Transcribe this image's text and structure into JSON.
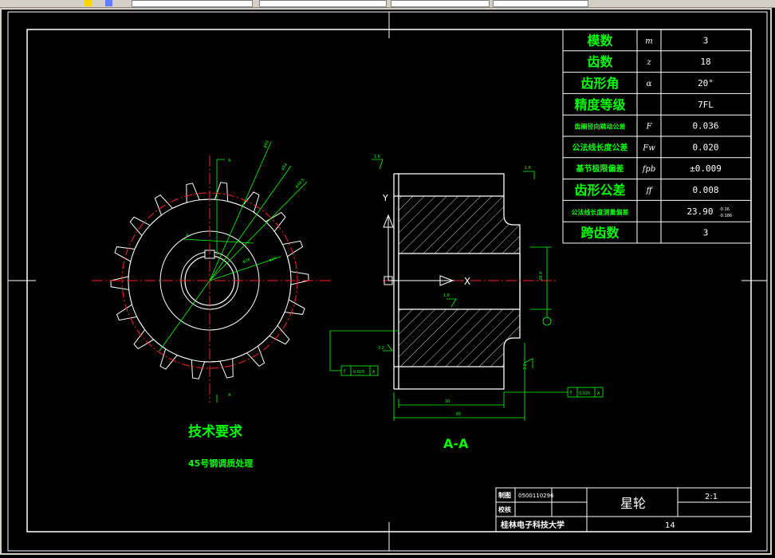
{
  "colors": {
    "background": "#000000",
    "frame": "#ffffff",
    "centerline": "#ff2020",
    "dimension": "#00ff00",
    "title_text": "#ffffff",
    "annotation": "#00ff00",
    "table_text_green": "#00ff00",
    "table_text_white": "#ffffff"
  },
  "toolbar": {
    "icons": [
      "layer-icon",
      "layer-state-icon"
    ]
  },
  "gear_table": {
    "rows": [
      {
        "name": "模数",
        "symbol": "m",
        "value": "3"
      },
      {
        "name": "齿数",
        "symbol": "z",
        "value": "18"
      },
      {
        "name": "齿形角",
        "symbol": "α",
        "value": "20°"
      },
      {
        "name": "精度等级",
        "symbol": "",
        "value": "7FL"
      },
      {
        "name": "齿圈径向跳动公差",
        "symbol": "F",
        "value": "0.036"
      },
      {
        "name": "公法线长度公差",
        "symbol": "Fw",
        "value": "0.020"
      },
      {
        "name": "基节极限偏差",
        "symbol": "fpb",
        "value": "±0.009"
      },
      {
        "name": "齿形公差",
        "symbol": "ff",
        "value": "0.008"
      },
      {
        "name": "公法线长度测量偏差",
        "symbol": "",
        "value": "23.90"
      },
      {
        "name": "跨齿数",
        "symbol": "",
        "value": "3"
      }
    ],
    "deviation_upper": "-0.16",
    "deviation_lower": "-0.186"
  },
  "tech_requirements": {
    "title": "技术要求",
    "line1": "45号钢调质处理"
  },
  "section_label": "A-A",
  "view_marker": "A",
  "dimensions": {
    "width_30": "30",
    "width_85": "85",
    "bore": "28.4",
    "runout_left": "0.025",
    "runout_right": "0.025",
    "tol_symbol": "f"
  },
  "title_block": {
    "drawn_label": "制图",
    "drawn_value": "0500110296",
    "checked_label": "校核",
    "part_name": "星轮",
    "scale": "2:1",
    "school": "桂林电子科技大学",
    "drawing_no": "14"
  }
}
